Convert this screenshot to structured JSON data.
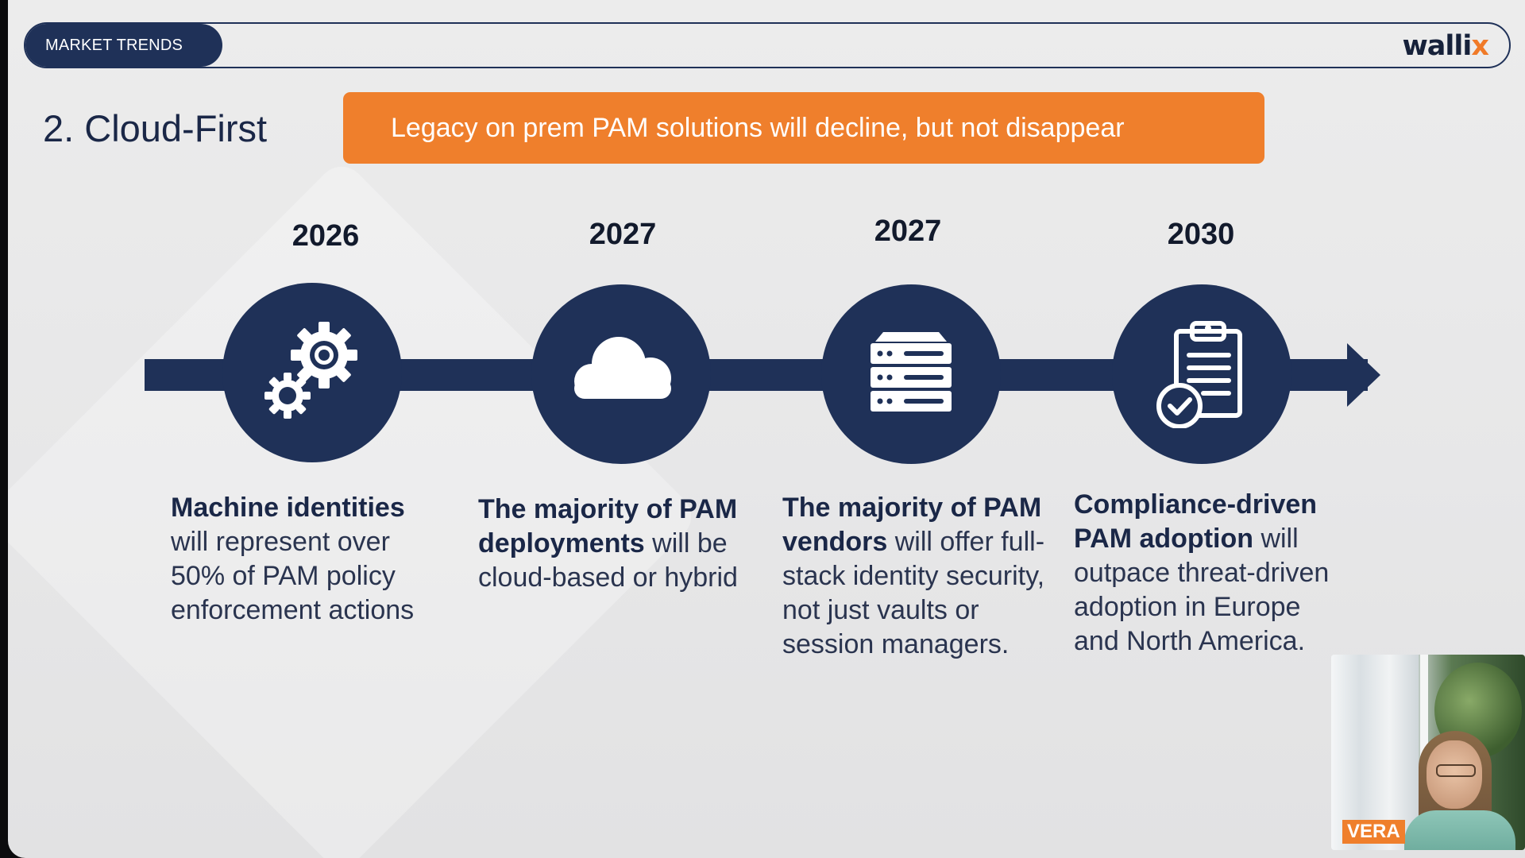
{
  "header": {
    "section_pill": "MARKET TRENDS",
    "logo_text_main": "walli",
    "logo_text_accent": "x"
  },
  "slide": {
    "title": "2. Cloud-First",
    "banner": "Legacy on prem PAM solutions will decline, but not disappear"
  },
  "timeline": [
    {
      "year": "2026",
      "icon": "gears-icon",
      "bold": "Machine identities",
      "rest": " will represent over 50% of PAM policy enforcement actions"
    },
    {
      "year": "2027",
      "icon": "cloud-icon",
      "bold": "The majority of PAM deployments",
      "rest": " will be cloud-based or hybrid"
    },
    {
      "year": "2027",
      "icon": "server-icon",
      "bold": "The majority of PAM vendors",
      "rest": " will offer full-stack identity security, not just vaults or session managers."
    },
    {
      "year": "2030",
      "icon": "clipboard-check-icon",
      "bold": "Compliance-driven PAM adoption",
      "rest": " will outpace threat-driven adoption in Europe and North America."
    }
  ],
  "video": {
    "speaker_name": "VERA"
  },
  "colors": {
    "navy": "#1f3158",
    "orange": "#ef7f2c",
    "background": "#e9e9ea"
  }
}
